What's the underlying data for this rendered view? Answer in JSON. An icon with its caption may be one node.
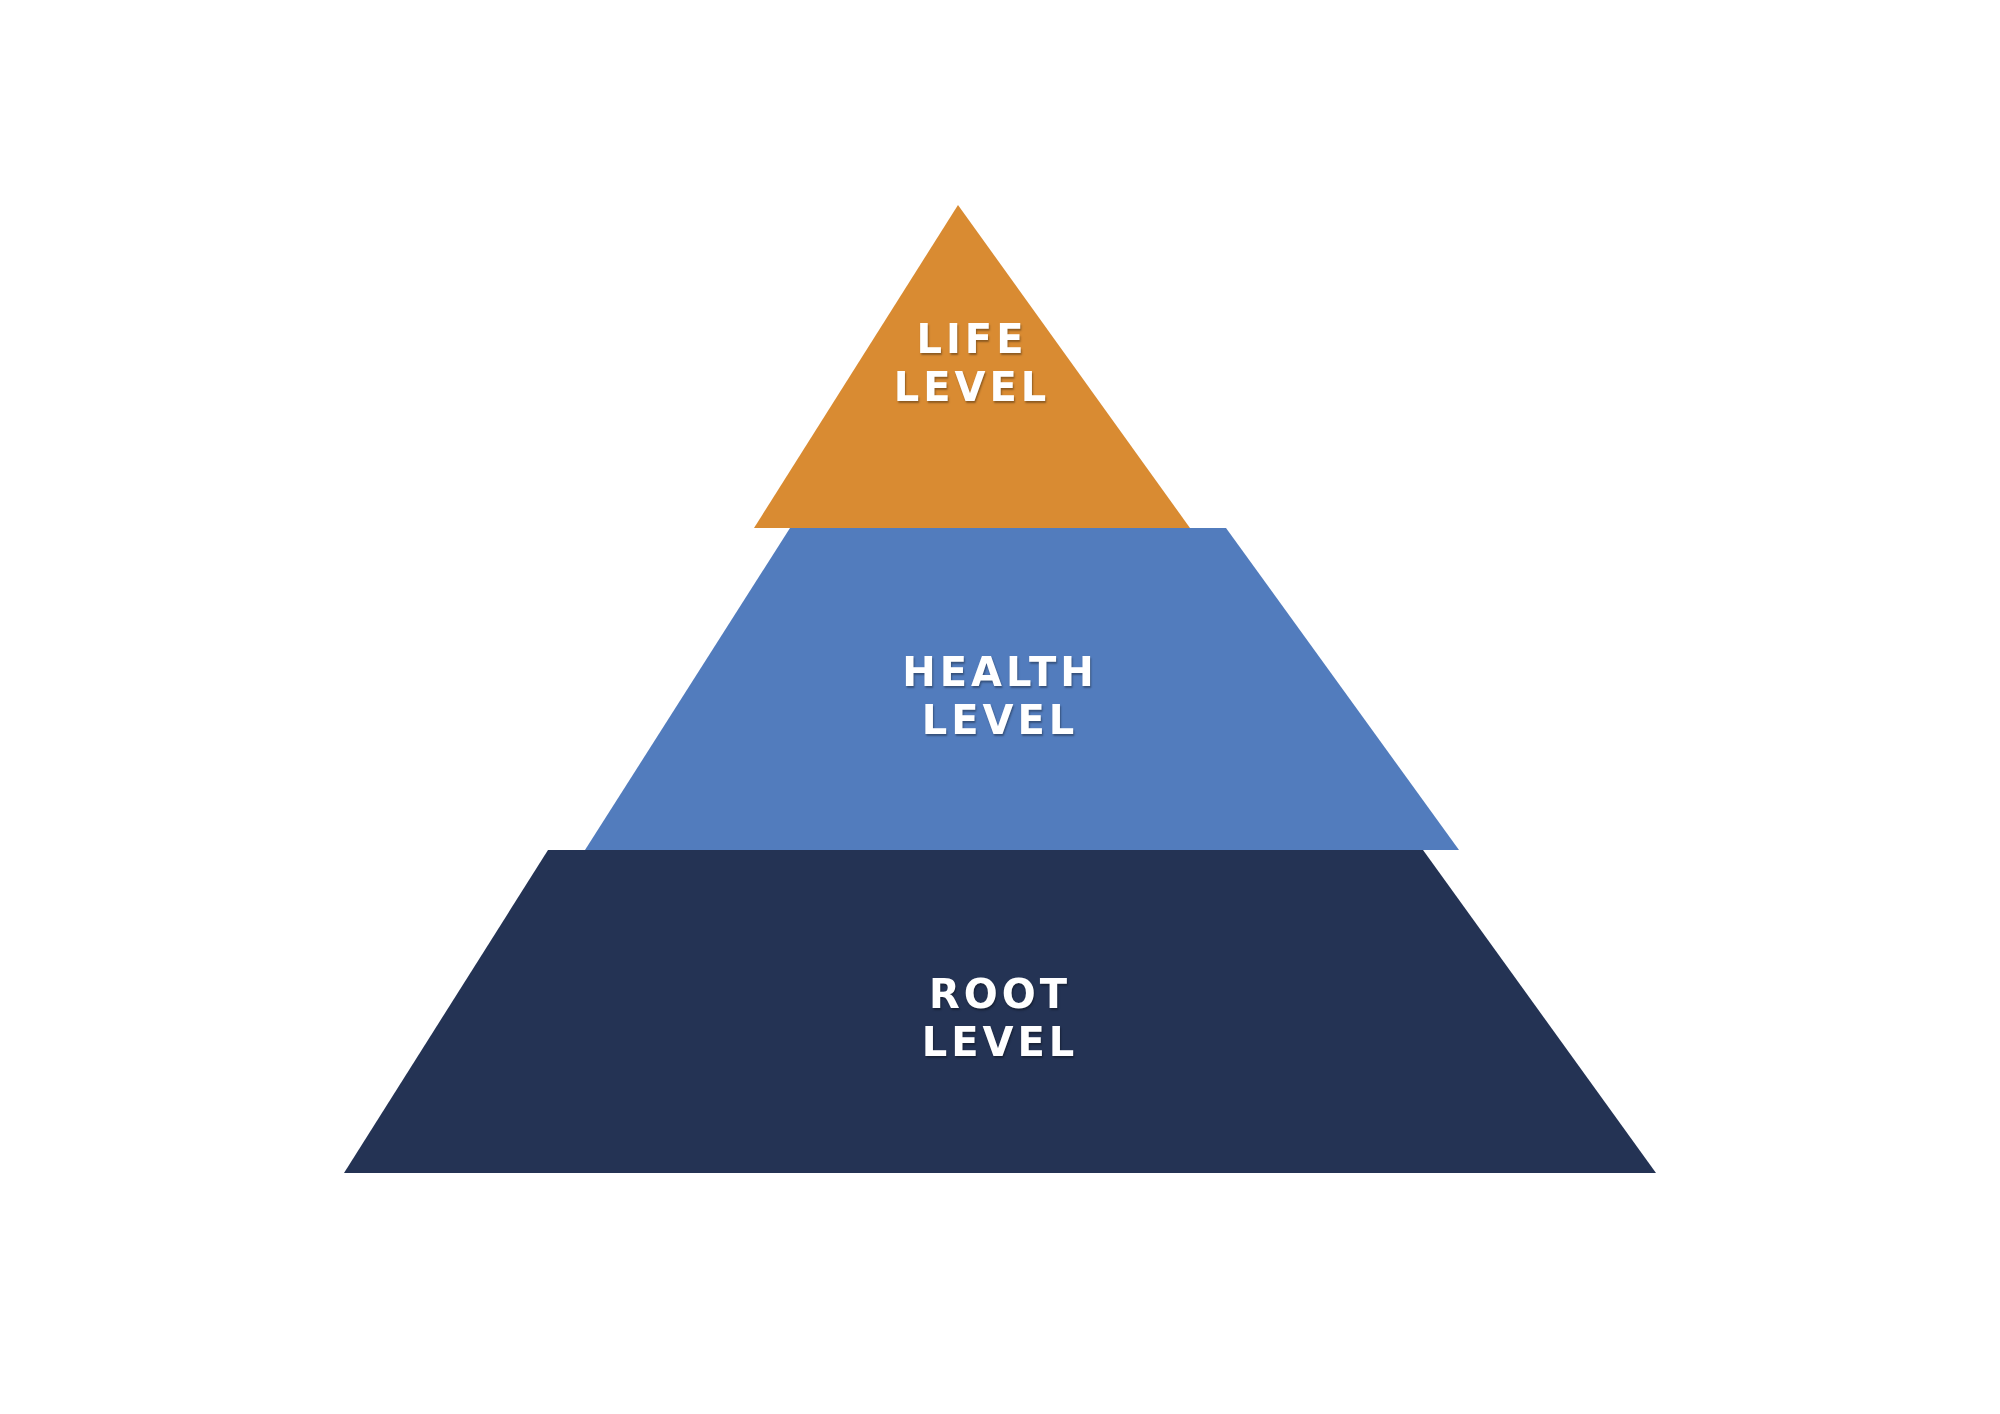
{
  "diagram": {
    "nodes": [
      {
        "text": [
          "LIFE LEVEL"
        ]
      },
      {
        "text": [
          "HEALTH LEVEL"
        ]
      },
      {
        "text": [
          "ROOT LEVEL"
        ]
      }
    ]
  }
}
